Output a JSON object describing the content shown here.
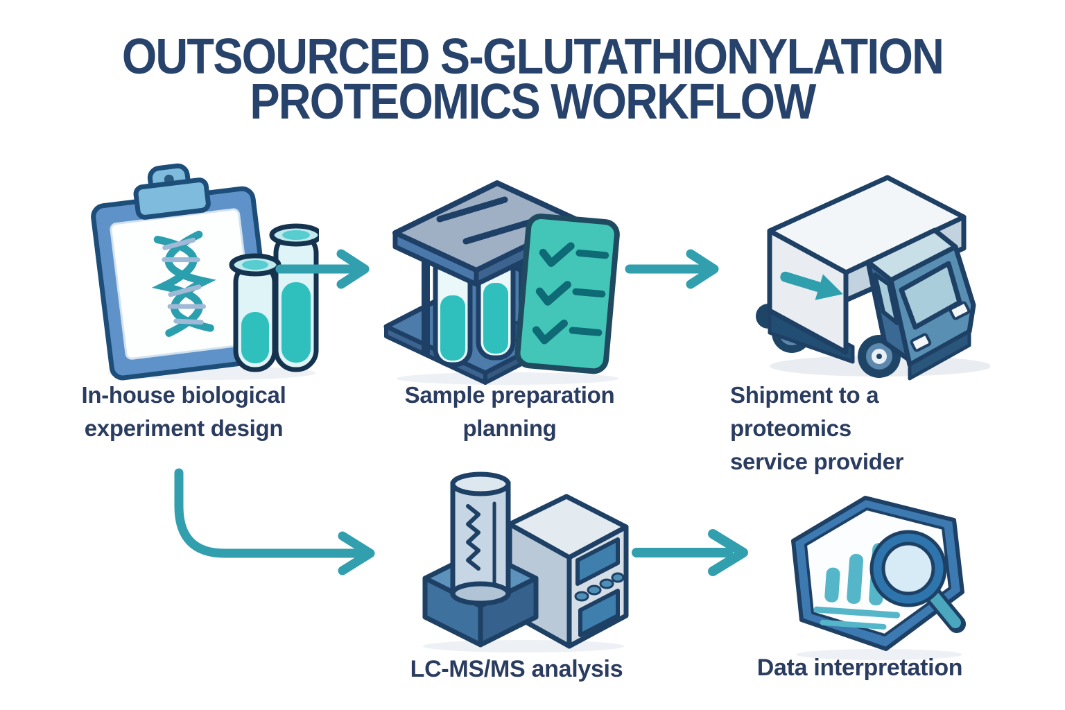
{
  "title": {
    "line1": "OUTSOURCED S-GLUTATHIONYLATION",
    "line2": "PROTEOMICS WORKFLOW"
  },
  "steps": [
    {
      "id": 1,
      "label": "In-house biological\nexperiment design",
      "icon": "clipboard-dna-test-tubes-icon"
    },
    {
      "id": 2,
      "label": "Sample preparation\nplanning",
      "icon": "sample-rack-checklist-icon"
    },
    {
      "id": 3,
      "label": "Shipment to a\nproteomics\nservice provider",
      "icon": "delivery-truck-icon"
    },
    {
      "id": 4,
      "label": "LC-MS/MS analysis",
      "icon": "lc-ms-instrument-icon"
    },
    {
      "id": 5,
      "label": "Data interpretation",
      "icon": "chart-magnifier-icon"
    }
  ],
  "connectors": [
    {
      "from": 1,
      "to": 2,
      "type": "straight-arrow"
    },
    {
      "from": 2,
      "to": 3,
      "type": "straight-arrow"
    },
    {
      "from": 1,
      "to": 4,
      "type": "curved-arrow"
    },
    {
      "from": 4,
      "to": 5,
      "type": "straight-arrow"
    }
  ],
  "colors": {
    "background": "#ffffff",
    "title_text": "#27436b",
    "label_text": "#2a3c60",
    "arrow_teal": "#319fae",
    "outline_navy": "#1d4064",
    "checklist_teal": "#43c6b8",
    "check_dark_teal": "#0e6a74",
    "liquid_teal": "#2fc0bd",
    "clipboard_blue": "#5f92c8",
    "clip_light_blue": "#7fbbdc",
    "cab_blue": "#5a8fb4",
    "box_light": "#f2f6f9",
    "plate_gray": "#9fb0c5"
  }
}
